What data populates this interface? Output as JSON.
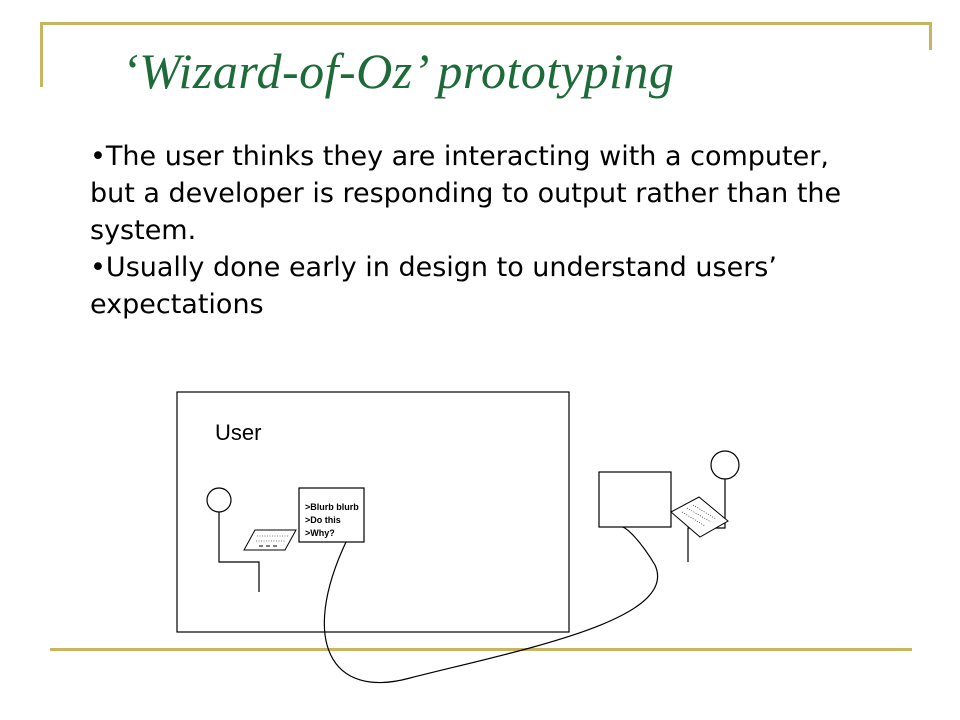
{
  "slide": {
    "title": "‘Wizard-of-Oz’ prototyping",
    "bullets": [
      "•The user thinks they are interacting with a computer, but a developer is responding to output rather than the system.",
      "•Usually done early in design to understand users’ expectations"
    ]
  },
  "diagram": {
    "user_label": "User",
    "screen_lines": [
      ">Blurb blurb",
      ">Do this",
      ">Why?"
    ]
  },
  "colors": {
    "title": "#1e6b3a",
    "frame_accent": "#c8b560"
  }
}
